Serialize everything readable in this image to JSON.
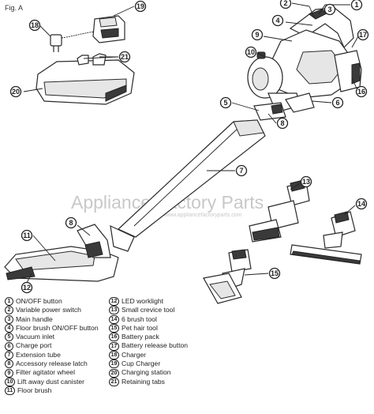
{
  "figure": {
    "label": "Fig. A"
  },
  "watermark": {
    "main": "Appliance Factory Parts",
    "url": "www.appliancefactoryparts.com"
  },
  "callouts": [
    "1",
    "2",
    "3",
    "4",
    "5",
    "6",
    "7",
    "8",
    "9",
    "10",
    "11",
    "12",
    "13",
    "14",
    "15",
    "16",
    "17",
    "18",
    "19",
    "20",
    "21"
  ],
  "legend": {
    "left": [
      {
        "num": "1",
        "label": "ON/OFF button"
      },
      {
        "num": "2",
        "label": "Variable power switch"
      },
      {
        "num": "3",
        "label": "Main handle"
      },
      {
        "num": "4",
        "label": "Floor brush ON/OFF button"
      },
      {
        "num": "5",
        "label": "Vacuum inlet"
      },
      {
        "num": "6",
        "label": "Charge port"
      },
      {
        "num": "7",
        "label": "Extension tube"
      },
      {
        "num": "8",
        "label": "Accessory release latch"
      },
      {
        "num": "9",
        "label": "Filter agitator wheel"
      },
      {
        "num": "10",
        "label": "Lift away dust canister"
      },
      {
        "num": "11",
        "label": "Floor brush"
      }
    ],
    "right": [
      {
        "num": "12",
        "label": "LED worklight"
      },
      {
        "num": "13",
        "label": "Small crevice tool"
      },
      {
        "num": "14",
        "label": "6 brush tool"
      },
      {
        "num": "15",
        "label": "Pet hair tool"
      },
      {
        "num": "16",
        "label": "Battery pack"
      },
      {
        "num": "17",
        "label": "Battery release button"
      },
      {
        "num": "18",
        "label": "Charger"
      },
      {
        "num": "19",
        "label": "Cup Charger"
      },
      {
        "num": "20",
        "label": "Charging station"
      },
      {
        "num": "21",
        "label": "Retaining tabs"
      }
    ]
  }
}
